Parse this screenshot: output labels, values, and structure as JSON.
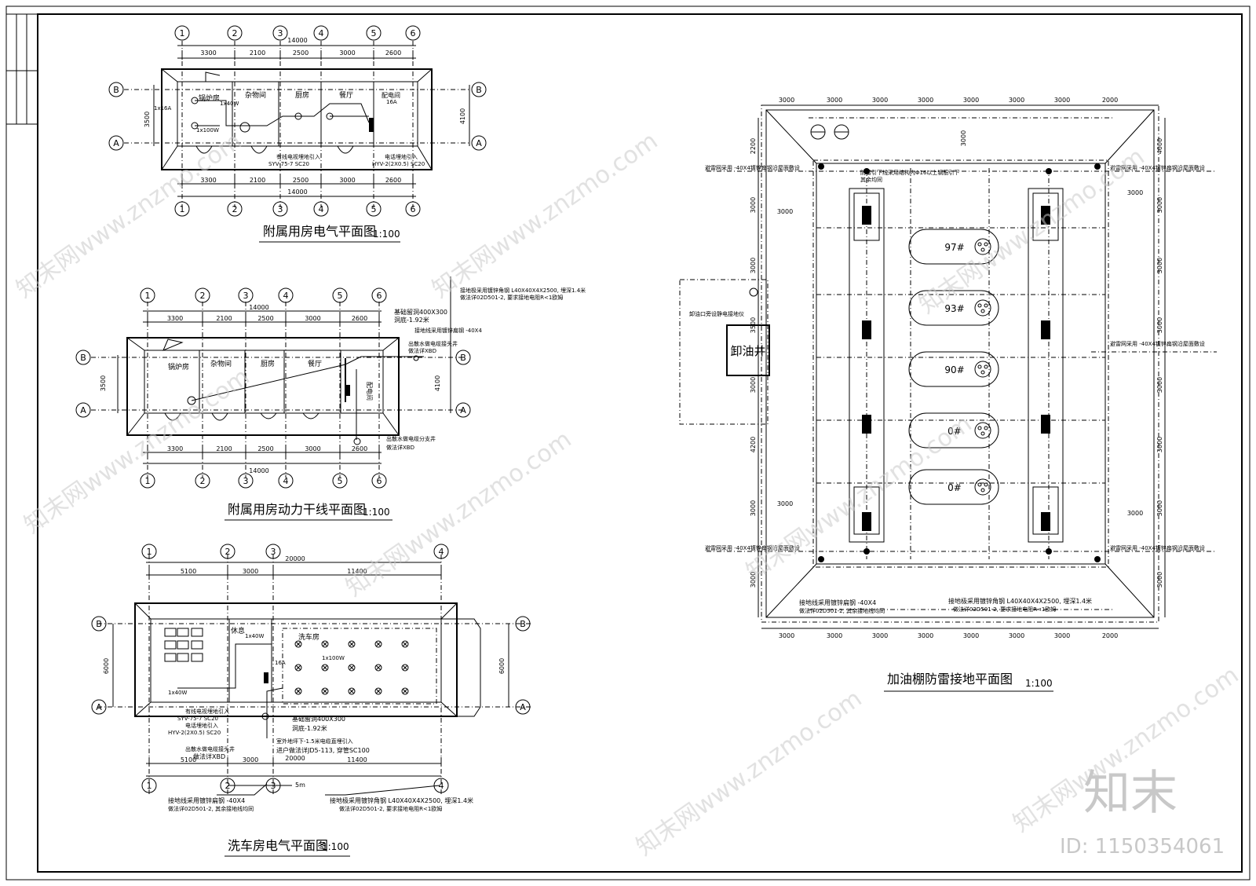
{
  "plan1": {
    "title": "附属用房电气平面图",
    "scale": "1:100",
    "axes": [
      "1",
      "2",
      "3",
      "4",
      "5",
      "6"
    ],
    "rows": [
      "B",
      "A"
    ],
    "total": "14000",
    "spans": [
      "3300",
      "2100",
      "2500",
      "3000",
      "2600"
    ],
    "depth_left": "3500",
    "depth_right": "4100",
    "rooms": [
      "锅炉房",
      "杂物间",
      "厨房",
      "餐厅",
      "配电间"
    ],
    "lamp_labels": [
      "1x16A",
      "1x40W",
      "1x100W",
      "16A"
    ],
    "notes": [
      "有线电视埋地引入",
      "SYV-75-7 SC20",
      "电话埋地引入",
      "HYV-2(2X0.5) SC20"
    ]
  },
  "plan2": {
    "title": "附属用房动力干线平面图",
    "scale": "1:100",
    "axes": [
      "1",
      "2",
      "3",
      "4",
      "5",
      "6"
    ],
    "rows": [
      "B",
      "A"
    ],
    "total": "14000",
    "spans": [
      "3300",
      "2100",
      "2500",
      "3000",
      "2600"
    ],
    "depth_left": "3500",
    "depth_right": "4100",
    "rooms": [
      "锅炉房",
      "杂物间",
      "厨房",
      "餐厅",
      "配电间"
    ],
    "notes": [
      "接地极采用镀锌角钢 L40X40X4X2500, 埋深1.4米",
      "做法详02D501-2, 要求接地电阻R<1欧姆",
      "基础留洞400X300",
      "洞底-1.92米",
      "出散水做电缆接头井",
      "做法详XBD",
      "接地线采用镀锌扁钢 -40X4",
      "出散水做电缆分支井"
    ]
  },
  "plan3": {
    "title": "洗车房电气平面图",
    "scale": "1:100",
    "axes": [
      "1",
      "2",
      "3",
      "4"
    ],
    "rows": [
      "B",
      "A"
    ],
    "total": "20000",
    "spans": [
      "5100",
      "3000",
      "11400"
    ],
    "depth": "6000",
    "rooms": [
      "休息",
      "洗车房"
    ],
    "lamp_labels": [
      "1x40W",
      "1x100W",
      "16A",
      "1x40W"
    ],
    "notes": [
      "有线电视埋地引入",
      "SYV-75-7 SC20",
      "电话埋地引入",
      "HYV-2(2X0.5) SC20",
      "基础留洞400X300",
      "洞底-1.92米",
      "室外地坪下-1.5米电缆直埋引入",
      "进户做法详JD5-113, 穿管SC100",
      "出散水做电缆接头井",
      "做法详XBD",
      "接地线采用镀锌扁钢 -40X4",
      "做法详02D501-2, 其余接地线均同",
      "接地极采用镀锌角钢 L40X40X4X2500, 埋深1.4米",
      "做法详02D501-2, 要求接地电阻R<1欧姆",
      "5m"
    ]
  },
  "plan4": {
    "title": "加油棚防雷接地平面图",
    "scale": "1:100",
    "top_dims": [
      "3000",
      "3000",
      "3000",
      "3000",
      "3000",
      "3000",
      "3000",
      "2000"
    ],
    "bottom_dims": [
      "3000",
      "3000",
      "3000",
      "3000",
      "3000",
      "3000",
      "3000",
      "2000"
    ],
    "left_dims": [
      "2200",
      "3000",
      "3000",
      "3500",
      "3000",
      "4200",
      "3000",
      "3000"
    ],
    "right_dims": [
      "4000",
      "3000",
      "3000",
      "3000",
      "3000",
      "3000",
      "3000",
      "3000"
    ],
    "inner_dims": [
      "3000",
      "3000",
      "3000",
      "3000",
      "3000"
    ],
    "tanks": [
      "97#",
      "93#",
      "90#",
      "0#",
      "0#"
    ],
    "well": "卸油井",
    "notes": [
      "避雷网采用 -40X4镀锌扁钢沿屋面敷设",
      "防雷引下线采用结构内Φ16以上钢筋引下",
      "其余均同",
      "卸油口旁设静电接地仪",
      "接地线采用镀锌扁钢 -40X4",
      "做法详02D501-2, 其余接地线均同",
      "接地极采用镀锌角钢 L40X40X4X2500, 埋深1.4米",
      "做法详02D501-2, 要求接地电阻R<1欧姆"
    ]
  },
  "watermark": {
    "text": "知末网www.znzmo.com",
    "logo": "知末",
    "id": "ID: 1150354061"
  }
}
